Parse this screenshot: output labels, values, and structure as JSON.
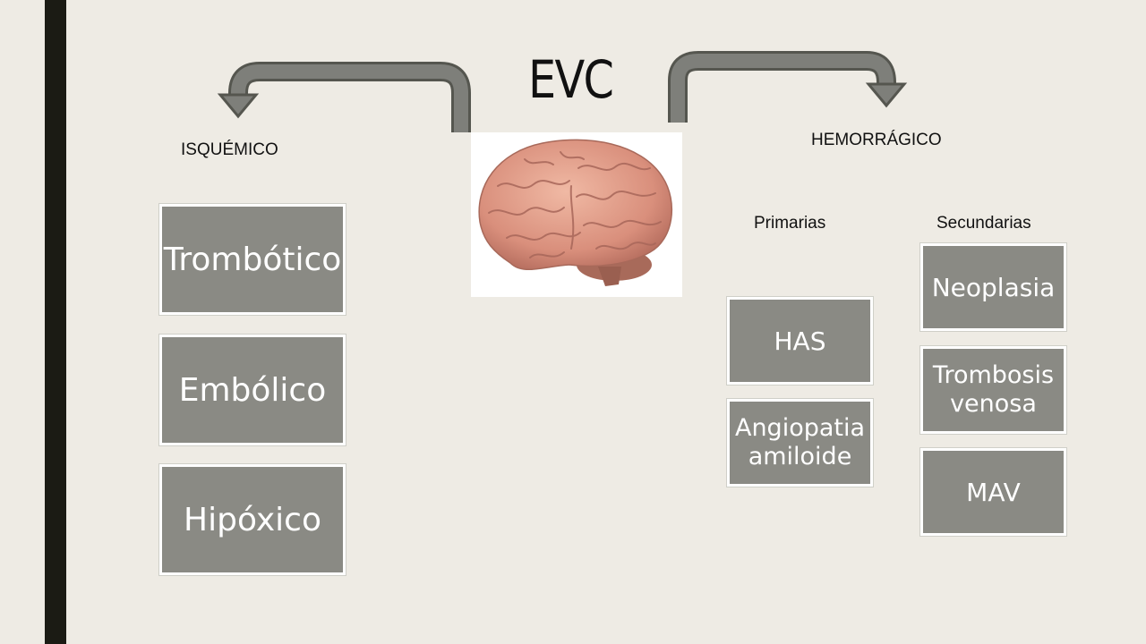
{
  "colors": {
    "background": "#eeebe4",
    "box_fill": "#8a8a84",
    "box_text": "#ffffff",
    "arrow": "#7e7f7a",
    "side_bar": "#1b1b14"
  },
  "title": "EVC",
  "branches": {
    "left": {
      "label": "ISQUÉMICO",
      "items": [
        "Trombótico",
        "Embólico",
        "Hipóxico"
      ]
    },
    "right": {
      "label": "HEMORRÁGICO",
      "primary": {
        "label": "Primarias",
        "items": [
          "HAS",
          "Angiopatia amiloide"
        ]
      },
      "secondary": {
        "label": "Secundarias",
        "items": [
          "Neoplasia",
          "Trombosis venosa",
          "MAV"
        ]
      }
    }
  },
  "icons": {
    "center_image": "brain-image",
    "left_arrow": "curved-arrow-left-icon",
    "right_arrow": "curved-arrow-right-icon"
  }
}
